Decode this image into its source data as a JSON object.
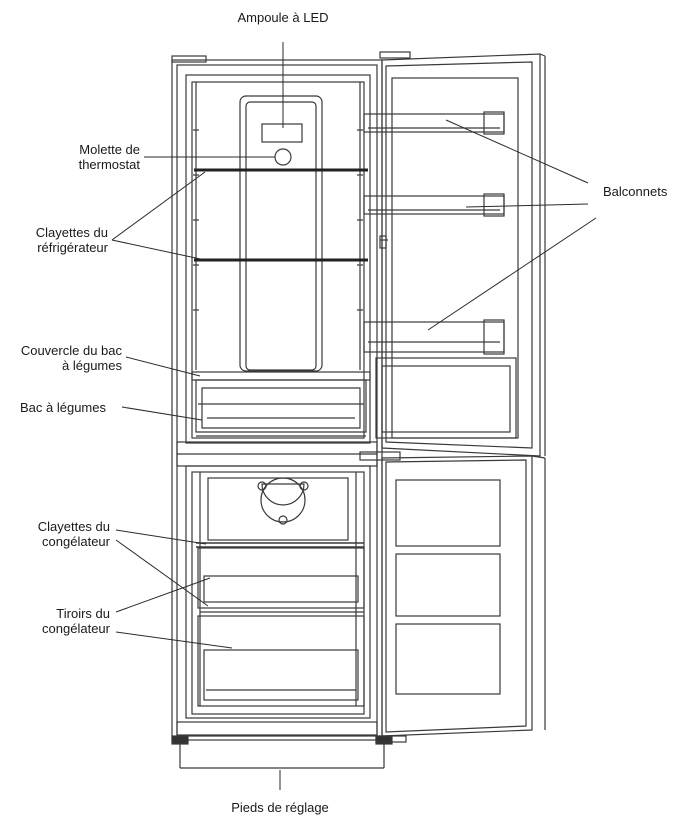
{
  "labels": {
    "led_bulb": "Ampoule à LED",
    "thermostat_line1": "Molette de",
    "thermostat_line2": "thermostat",
    "fridge_shelves_line1": "Clayettes du",
    "fridge_shelves_line2": "réfrigérateur",
    "crisper_cover_line1": "Couvercle du bac",
    "crisper_cover_line2": "à légumes",
    "crisper": "Bac à légumes",
    "freezer_shelves_line1": "Clayettes du",
    "freezer_shelves_line2": "congélateur",
    "freezer_drawers_line1": "Tiroirs du",
    "freezer_drawers_line2": "congélateur",
    "door_balconies": "Balconnets",
    "adjustable_feet": "Pieds de réglage"
  },
  "colors": {
    "line": "#2b2b2b",
    "outline": "#3a3a3a"
  }
}
